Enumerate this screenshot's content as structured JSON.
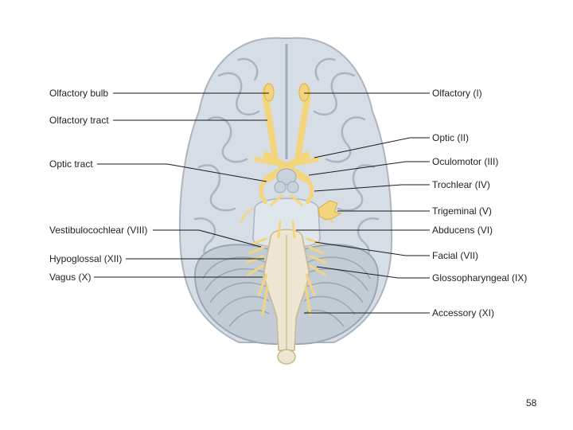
{
  "left_labels": {
    "olfactory_bulb": "Olfactory bulb",
    "olfactory_tract": "Olfactory tract",
    "optic_tract": "Optic tract",
    "vestibulocochlear": "Vestibulocochlear (VIII)",
    "hypoglossal": "Hypoglossal (XII)",
    "vagus": "Vagus (X)"
  },
  "right_labels": {
    "olfactory": "Olfactory (I)",
    "optic": "Optic (II)",
    "oculomotor": "Oculomotor (III)",
    "trochlear": "Trochlear (IV)",
    "trigeminal": "Trigeminal (V)",
    "abducens": "Abducens (VI)",
    "facial": "Facial (VII)",
    "glossopharyngeal": "Glossopharyngeal (IX)",
    "accessory": "Accessory (XI)"
  },
  "page_number": "58",
  "colors": {
    "cerebrum": "#d6dde4",
    "sulcus": "#9eabb8",
    "cerebellum": "#c3ccd5",
    "brainstem": "#e9e1c6",
    "nerve": "#f3d57e",
    "leader_line": "#1a1a1a"
  }
}
